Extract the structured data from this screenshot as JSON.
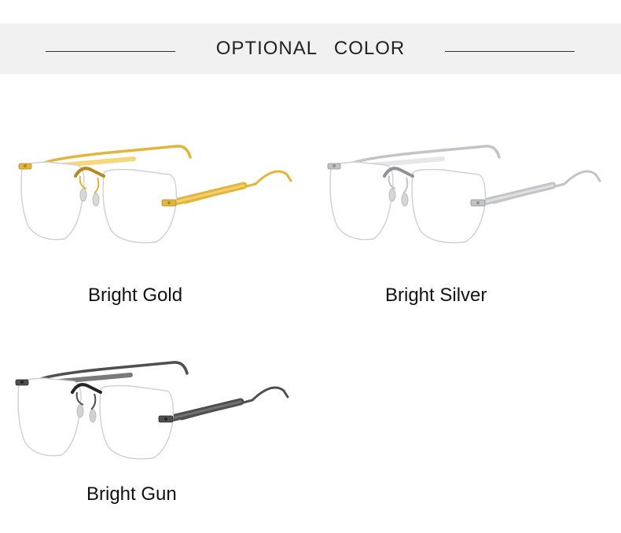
{
  "header": {
    "title": "OPTIONAL   COLOR"
  },
  "products": [
    {
      "label": "Bright Gold",
      "colors": {
        "main": "#e3b53c",
        "light": "#f6d77c",
        "dark": "#b8871f",
        "pad": "#d8d8d8"
      }
    },
    {
      "label": "Bright Silver",
      "colors": {
        "main": "#c2c4c6",
        "light": "#e6e7e8",
        "dark": "#8f9194",
        "pad": "#d6d6d6"
      }
    },
    {
      "label": "Bright Gun",
      "colors": {
        "main": "#4f4f4f",
        "light": "#7a7a7a",
        "dark": "#262626",
        "pad": "#d2d2d2"
      }
    }
  ]
}
